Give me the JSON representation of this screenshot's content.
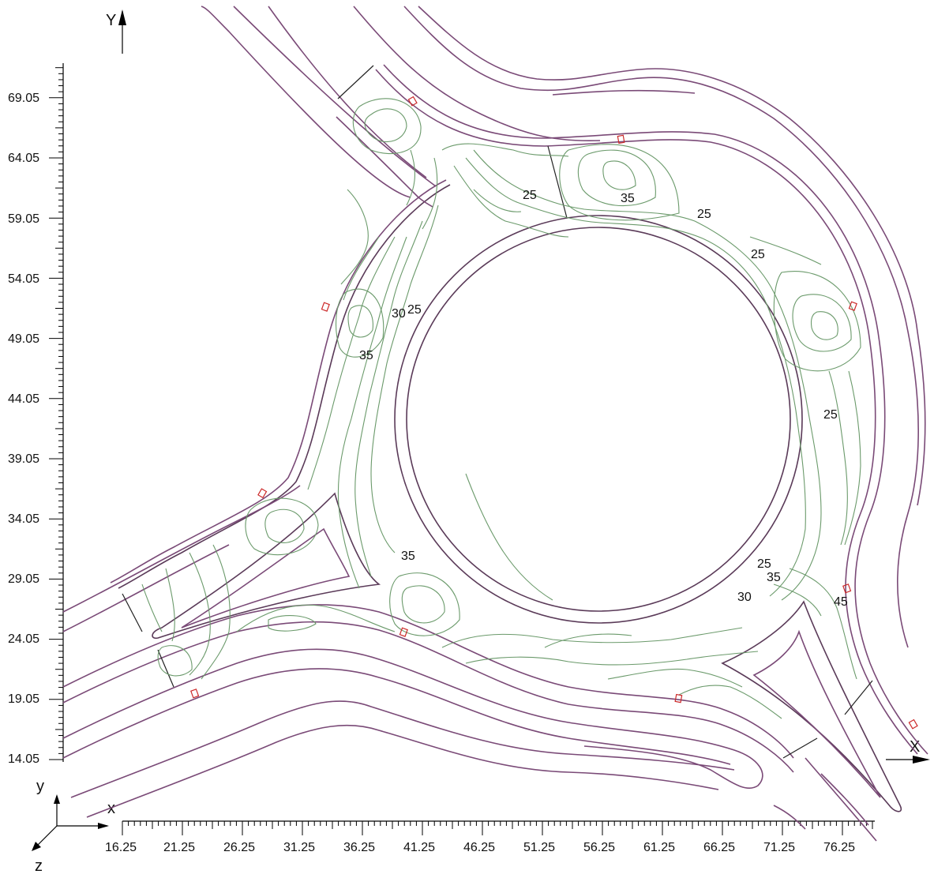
{
  "axes": {
    "y_label": "Y",
    "x_label": "X",
    "y_ticks": [
      "69.05",
      "64.05",
      "59.05",
      "54.05",
      "49.05",
      "44.05",
      "39.05",
      "34.05",
      "29.05",
      "24.05",
      "19.05",
      "14.05"
    ],
    "x_ticks": [
      "16.25",
      "21.25",
      "26.25",
      "31.25",
      "36.25",
      "41.25",
      "46.25",
      "51.25",
      "56.25",
      "61.25",
      "66.25",
      "71.25",
      "76.25"
    ]
  },
  "orientation_gizmo": {
    "x": "x",
    "y": "y",
    "z": "z"
  },
  "contour_labels": [
    "25",
    "35",
    "25",
    "25",
    "30",
    "25",
    "35",
    "25",
    "35",
    "25",
    "35",
    "30",
    "45"
  ],
  "colors": {
    "road": "#7a4a77",
    "contour": "#6b9a6b",
    "marker": "#cc2a2a"
  }
}
